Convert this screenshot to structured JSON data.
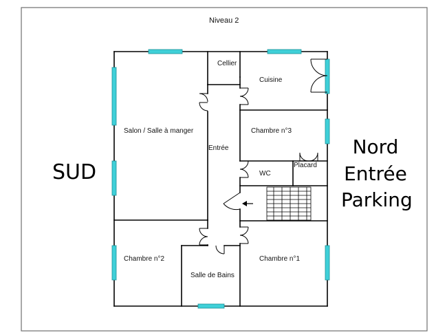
{
  "plan": {
    "title": "Niveau 2",
    "left_label": "SUD",
    "right_label": [
      "Nord",
      "Entrée",
      "Parking"
    ],
    "rooms": {
      "cellier": "Cellier",
      "cuisine": "Cuisine",
      "salon": "Salon / Salle à manger",
      "entree": "Entrée",
      "chambre3": "Chambre n°3",
      "wc": "WC",
      "placard": "Placard",
      "chambre2": "Chambre n°2",
      "salle_de_bains": "Salle de Bains",
      "chambre1": "Chambre n°1"
    }
  },
  "colors": {
    "wall": "#000000",
    "window": "#3fd0d8",
    "window_edge": "#1a8f96",
    "border": "#6e6e6e"
  }
}
